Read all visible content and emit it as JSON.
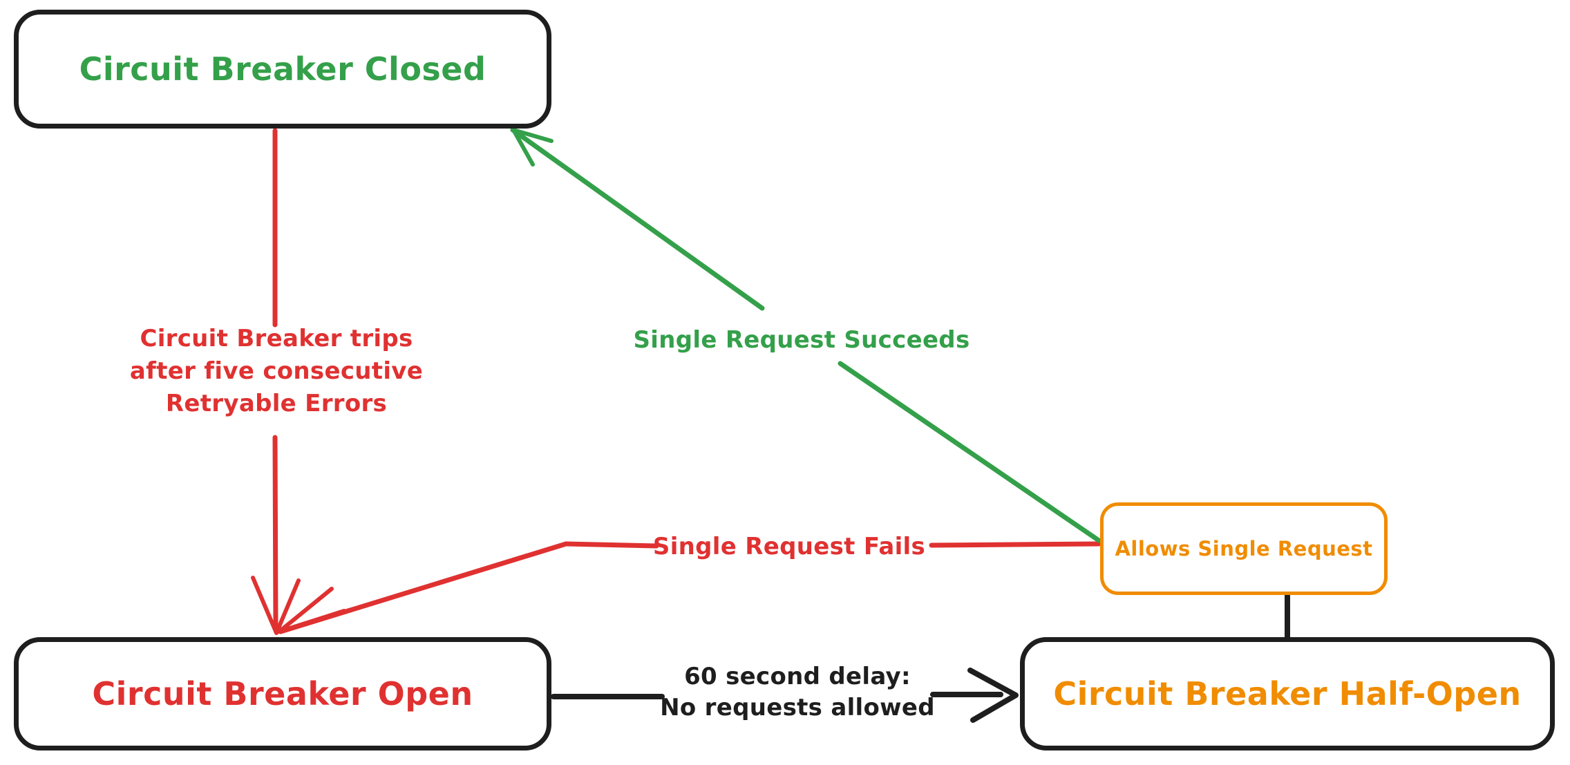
{
  "colors": {
    "green": "#34a04a",
    "red": "#e03131",
    "orange": "#f08c00",
    "black": "#1e1e1e",
    "background": "#ffffff"
  },
  "nodes": {
    "closed": {
      "label": "Circuit Breaker Closed"
    },
    "open": {
      "label": "Circuit Breaker Open"
    },
    "half_open": {
      "label": "Circuit Breaker Half-Open"
    },
    "allows_single_request": {
      "label": "Allows Single Request"
    }
  },
  "edges": {
    "trips": {
      "line1": "Circuit Breaker trips",
      "line2": "after five consecutive",
      "line3": "Retryable Errors"
    },
    "succeeds": {
      "label": "Single Request Succeeds"
    },
    "fails": {
      "label": "Single Request Fails"
    },
    "delay": {
      "line1": "60 second delay:",
      "line2": "No requests allowed"
    }
  }
}
